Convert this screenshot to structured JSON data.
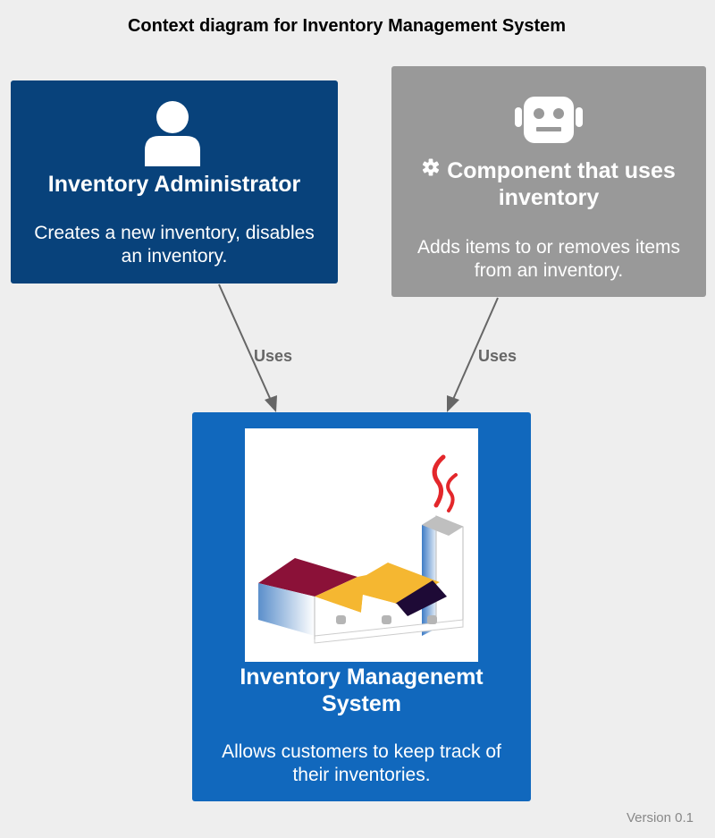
{
  "diagram": {
    "title": "Context diagram for Inventory Management System",
    "version": "Version 0.1"
  },
  "nodes": {
    "admin": {
      "title": "Inventory Administrator",
      "description": "Creates a new inventory, disables an inventory.",
      "icon": "person-icon",
      "color": "#08427B"
    },
    "component": {
      "title": "Component that uses inventory",
      "description": "Adds items to or removes items from an inventory.",
      "icon": "robot-icon",
      "title_icon": "gear-icon",
      "color": "#999999"
    },
    "system": {
      "title": "Inventory Managenemt System",
      "description": "Allows customers to keep track of their inventories.",
      "icon": "factory-logo",
      "color": "#1168BD"
    }
  },
  "edges": [
    {
      "from": "Inventory Administrator",
      "to": "Inventory Managenemt System",
      "label": "Uses"
    },
    {
      "from": "Component that uses inventory",
      "to": "Inventory Managenemt System",
      "label": "Uses"
    }
  ]
}
